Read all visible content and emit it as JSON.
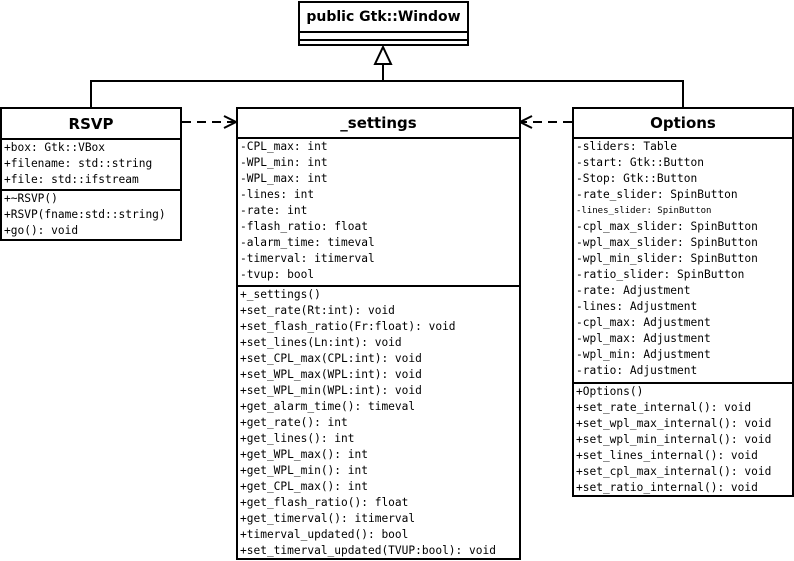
{
  "window_class": {
    "name": "public Gtk::Window"
  },
  "rsvp": {
    "name": "RSVP",
    "attributes": [
      "+box: Gtk::VBox",
      "+filename: std::string",
      "+file: std::ifstream"
    ],
    "operations": [
      "+~RSVP()",
      "+RSVP(fname:std::string)",
      "+go(): void"
    ]
  },
  "settings": {
    "name": "_settings",
    "attributes": [
      "-CPL_max: int",
      "-WPL_min: int",
      "-WPL_max: int",
      "-lines: int",
      "-rate: int",
      "-flash_ratio: float",
      "-alarm_time: timeval",
      "-timerval: itimerval",
      "-tvup: bool"
    ],
    "operations": [
      "+_settings()",
      "+set_rate(Rt:int): void",
      "+set_flash_ratio(Fr:float): void",
      "+set_lines(Ln:int): void",
      "+set_CPL_max(CPL:int): void",
      "+set_WPL_max(WPL:int): void",
      "+set_WPL_min(WPL:int): void",
      "+get_alarm_time(): timeval",
      "+get_rate(): int",
      "+get_lines(): int",
      "+get_WPL_max(): int",
      "+get_WPL_min(): int",
      "+get_CPL_max(): int",
      "+get_flash_ratio(): float",
      "+get_timerval(): itimerval",
      "+timerval_updated(): bool",
      "+set_timerval_updated(TVUP:bool): void"
    ]
  },
  "options": {
    "name": "Options",
    "attributes": [
      "-sliders: Table",
      "-start: Gtk::Button",
      "-Stop: Gtk::Button",
      "-rate_slider: SpinButton",
      "-lines_slider: SpinButton",
      "-cpl_max_slider: SpinButton",
      "-wpl_max_slider: SpinButton",
      "-wpl_min_slider: SpinButton",
      "-ratio_slider: SpinButton",
      "-rate: Adjustment",
      "-lines: Adjustment",
      "-cpl_max: Adjustment",
      "-wpl_max: Adjustment",
      "-wpl_min: Adjustment",
      "-ratio: Adjustment"
    ],
    "operations": [
      "+Options()",
      "+set_rate_internal(): void",
      "+set_wpl_max_internal(): void",
      "+set_wpl_min_internal(): void",
      "+set_lines_internal(): void",
      "+set_cpl_max_internal(): void",
      "+set_ratio_internal(): void"
    ]
  },
  "edges": [
    {
      "type": "generalization",
      "from": "rsvp",
      "to": "window_class"
    },
    {
      "type": "generalization",
      "from": "options",
      "to": "window_class"
    },
    {
      "type": "dependency",
      "from": "rsvp",
      "to": "settings"
    },
    {
      "type": "dependency",
      "from": "options",
      "to": "settings"
    }
  ]
}
